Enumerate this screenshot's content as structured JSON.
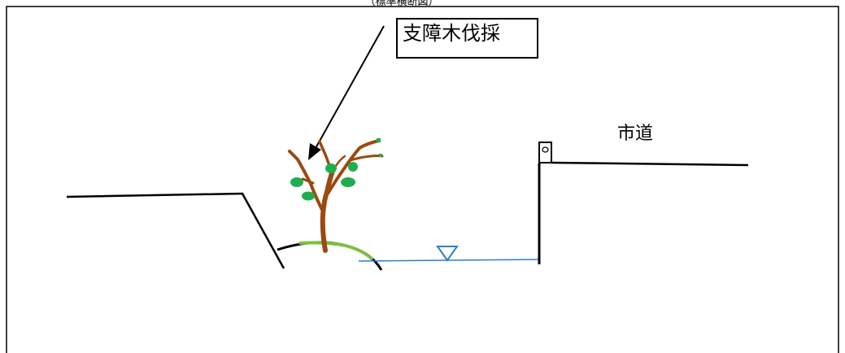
{
  "diagram": {
    "header_title": "（標準横断図）",
    "callout_label": "支障木伐採",
    "road_label": "市道"
  },
  "colors": {
    "line": "#000000",
    "trunk": "#9a4a10",
    "leaf": "#1fae4f",
    "grass": "#7ac142",
    "water": "#2a7fc9"
  },
  "icons": {
    "water_level": "inverted-triangle-icon",
    "arrow": "arrow-icon"
  }
}
